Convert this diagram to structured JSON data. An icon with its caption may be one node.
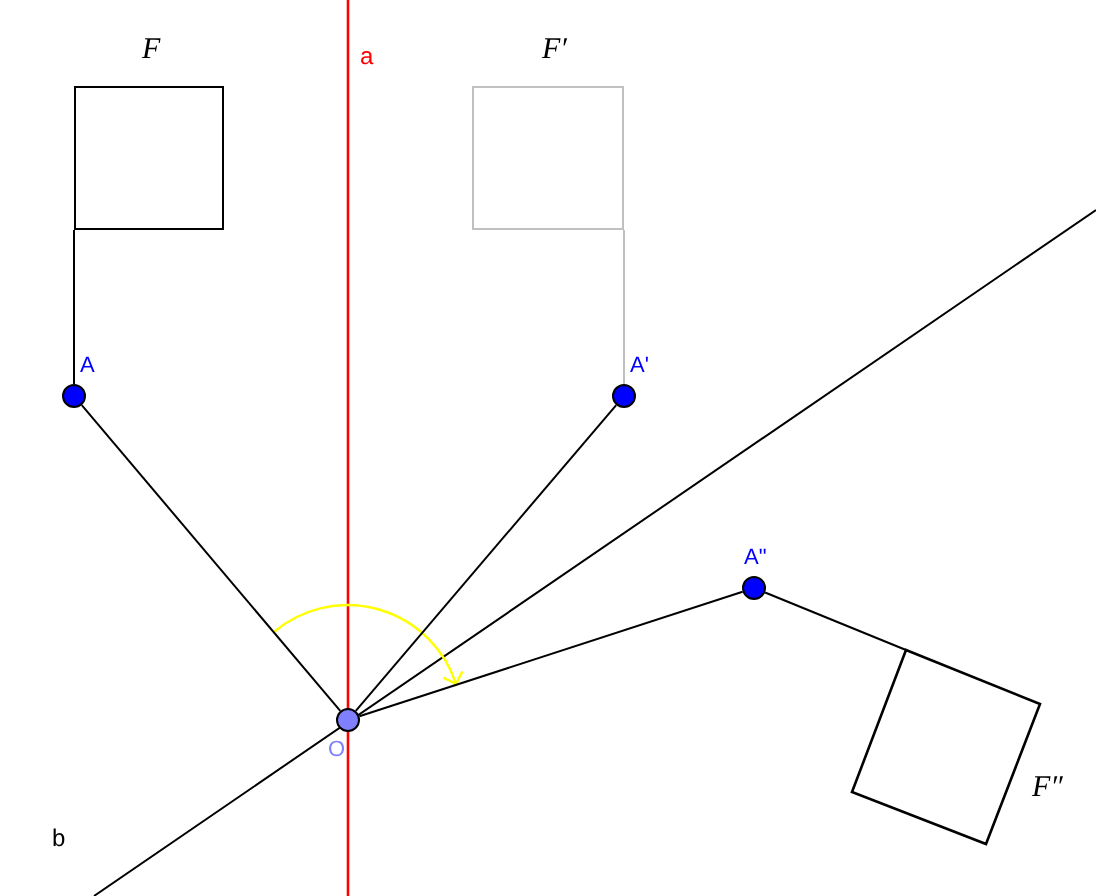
{
  "diagram": {
    "nodes": [
      {
        "text": [
          "F"
        ]
      },
      {
        "text": [
          "F′"
        ]
      },
      {
        "text": [
          "A"
        ]
      },
      {
        "text": [
          "A'"
        ]
      },
      {
        "text": [
          "O"
        ]
      },
      {
        "text": [
          "A\""
        ]
      },
      {
        "text": [
          "F″"
        ]
      }
    ],
    "edges": [
      {
        "from": 2,
        "to": 0,
        "arrow": "none"
      },
      {
        "from": 3,
        "to": 1,
        "arrow": "none",
        "color": "#c0c0c0"
      },
      {
        "from": 4,
        "to": 2,
        "arrow": "none"
      },
      {
        "from": 4,
        "to": 3,
        "arrow": "none"
      },
      {
        "from": 4,
        "to": 5,
        "arrow": "none"
      },
      {
        "from": 5,
        "to": 6,
        "arrow": "none"
      }
    ],
    "labels": [
      "a",
      "b"
    ]
  }
}
